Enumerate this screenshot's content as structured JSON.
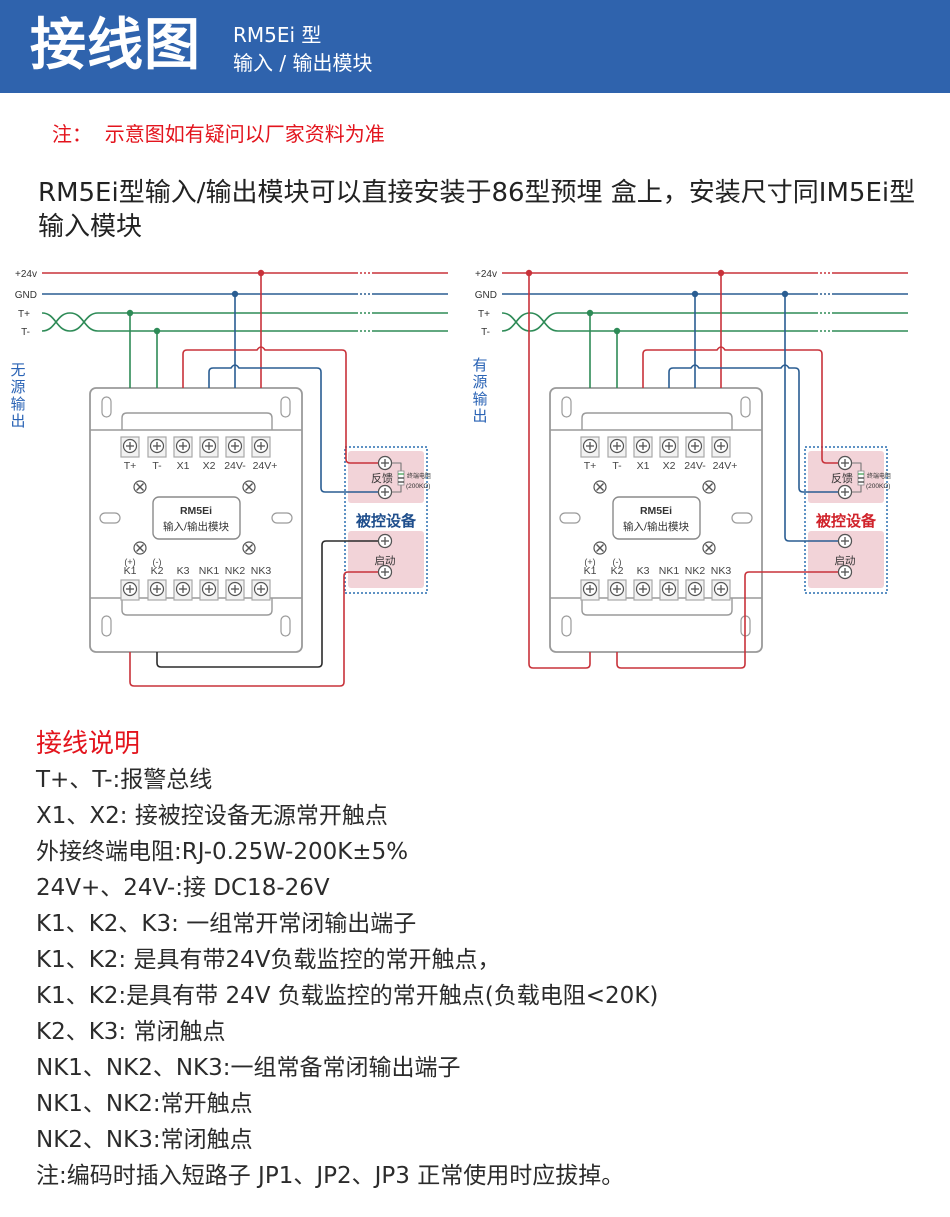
{
  "header": {
    "title": "接线图",
    "model": "RM5Ei 型",
    "subtitle": "输入 / 输出模块",
    "background_color": "#2f63ad"
  },
  "note": {
    "label": "注：",
    "text": "示意图如有疑问以厂家资料为准",
    "color": "#e3141d"
  },
  "intro": {
    "text": "RM5Ei型输入/输出模块可以直接安装于86型预埋 盒上，安装尺寸同IM5Ei型输入模块"
  },
  "diagrams": [
    {
      "id": "passive",
      "side_label": [
        "无",
        "源",
        "输",
        "出"
      ],
      "bus_labels": [
        "+24v",
        "GND",
        "T+",
        "T-"
      ],
      "module_label": "RM5Ei",
      "module_sublabel": "输入/输出模块",
      "top_terminals": [
        "T+",
        "T-",
        "X1",
        "X2",
        "24V-",
        "24V+"
      ],
      "bottom_terminal_polarity": [
        "(+)",
        "(-)"
      ],
      "bottom_terminals": [
        "K1",
        "K2",
        "K3",
        "NK1",
        "NK2",
        "NK3"
      ],
      "device_label": "被控设备",
      "feedback_label": "反馈",
      "start_label": "启动",
      "resistor_label": "终端电阻",
      "resistor_value": "(200KΩ)",
      "device_label_color": "#1f4e8c"
    },
    {
      "id": "active",
      "side_label": [
        "有",
        "源",
        "输",
        "出"
      ],
      "bus_labels": [
        "+24v",
        "GND",
        "T+",
        "T-"
      ],
      "module_label": "RM5Ei",
      "module_sublabel": "输入/输出模块",
      "top_terminals": [
        "T+",
        "T-",
        "X1",
        "X2",
        "24V-",
        "24V+"
      ],
      "bottom_terminal_polarity": [
        "(+)",
        "(-)"
      ],
      "bottom_terminals": [
        "K1",
        "K2",
        "K3",
        "NK1",
        "NK2",
        "NK3"
      ],
      "device_label": "被控设备",
      "feedback_label": "反馈",
      "start_label": "启动",
      "resistor_label": "终端电阻",
      "resistor_value": "(200KΩ)",
      "device_label_color": "#d0232b"
    }
  ],
  "bus_colors": {
    "plus24": "#c8323a",
    "gnd": "#2a5d92",
    "t": "#2e8b57",
    "black": "#2b2b2b"
  },
  "wiring_notes": {
    "title": "接线说明",
    "items": [
      "T+、T-:报警总线",
      "X1、X2: 接被控设备无源常开触点",
      "外接终端电阻:RJ-0.25W-200K±5%",
      "24V+、24V-:接 DC18-26V",
      "K1、K2、K3: 一组常开常闭输出端子",
      "K1、K2: 是具有带24V负载监控的常开触点，",
      "K1、K2:是具有带 24V 负载监控的常开触点(负载电阻<20K)",
      "K2、K3: 常闭触点",
      "NK1、NK2、NK3:一组常备常闭输出端子",
      "NK1、NK2:常开触点",
      "NK2、NK3:常闭触点",
      "注:编码时插入短路子 JP1、JP2、JP3 正常使用时应拔掉。"
    ]
  }
}
